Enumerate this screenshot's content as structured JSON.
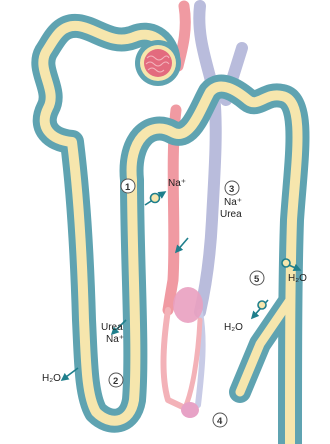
{
  "colors": {
    "tubule_wall": "#5fa3b1",
    "tubule_lumen": "#f6e6ad",
    "artery": "#f09aa2",
    "vein": "#b9bcdc",
    "glomerulus": "#e36b7e",
    "arrow": "#1f7f8c"
  },
  "labels": {
    "na_plus": "Na⁺",
    "na_plus_2": "Na⁺",
    "urea": "Urea",
    "urea_2": "Urea",
    "na_plus_3": "Na⁺",
    "h2o_left": "H₂O",
    "h2o_right_top": "H₂O",
    "h2o_right_bottom": "H₂O"
  },
  "markers": {
    "m1": "1",
    "m2": "2",
    "m3": "3",
    "m4": "4",
    "m5": "5"
  }
}
